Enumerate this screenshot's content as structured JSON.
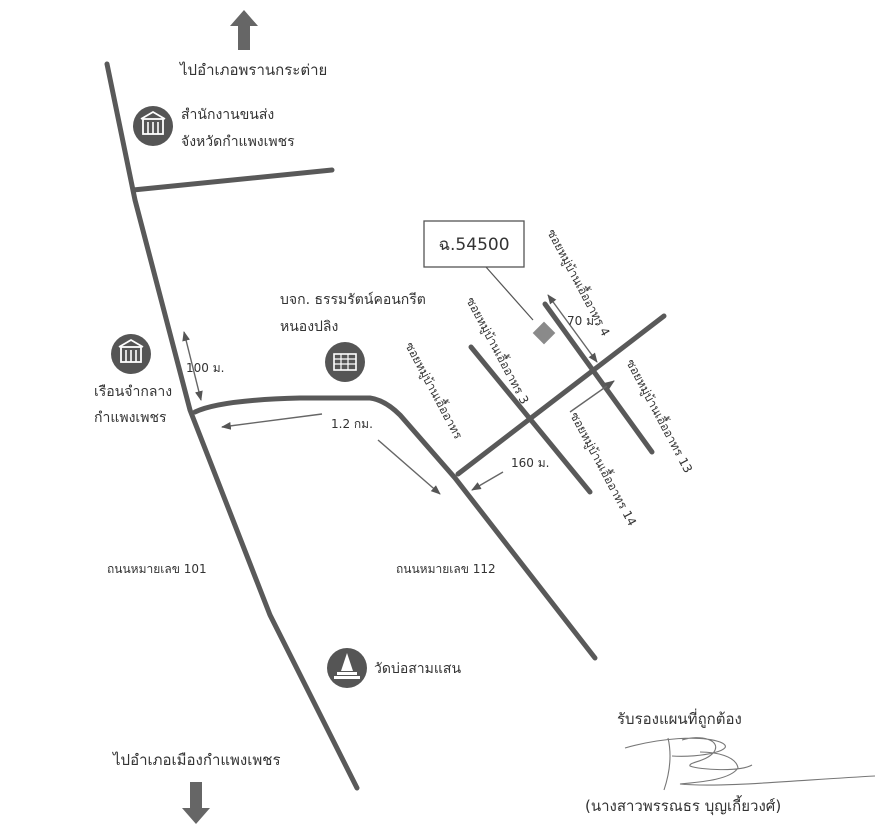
{
  "colors": {
    "road": "#595959",
    "icon": "#555555",
    "text": "#333333",
    "lot": "#8a8a8a"
  },
  "directions": {
    "north": "ไปอำเภอพรานกระต่าย",
    "south": "ไปอำเภอเมืองกำแพงเพชร"
  },
  "landmarks": {
    "transport_office": {
      "line1": "สำนักงานขนส่ง",
      "line2": "จังหวัดกำแพงเพชร",
      "icon": "building-icon"
    },
    "prison": {
      "line1": "เรือนจำกลาง",
      "line2": "กำแพงเพชร",
      "icon": "building-icon"
    },
    "concrete_company": {
      "line1": "บจก. ธรรมรัตน์คอนกรีต",
      "line2": "หนองปลิง",
      "icon": "factory-icon"
    },
    "temple": {
      "label": "วัดบ่อสามแสน",
      "icon": "temple-icon"
    }
  },
  "roads": {
    "highway_101": "ถนนหมายเลข 101",
    "highway_112": "ถนนหมายเลข 112",
    "soi_main": "ซอยหมู่บ้านเอื้ออาทร",
    "soi_3": "ซอยหมู่บ้านเอื้ออาทร 3",
    "soi_4": "ซอยหมู่บ้านเอื้ออาทร 4",
    "soi_13": "ซอยหมู่บ้านเอื้ออาทร 13",
    "soi_14": "ซอยหมู่บ้านเอื้ออาทร 14"
  },
  "distances": {
    "d100": "100 ม.",
    "d1_2km": "1.2 กม.",
    "d160": "160 ม.",
    "d70": "70 ม."
  },
  "plot": {
    "label": "ฉ.54500"
  },
  "certification": {
    "title": "รับรองแผนที่ถูกต้อง",
    "name": "(นางสาวพรรณธร บุญเกี้ยวงศ์)"
  }
}
